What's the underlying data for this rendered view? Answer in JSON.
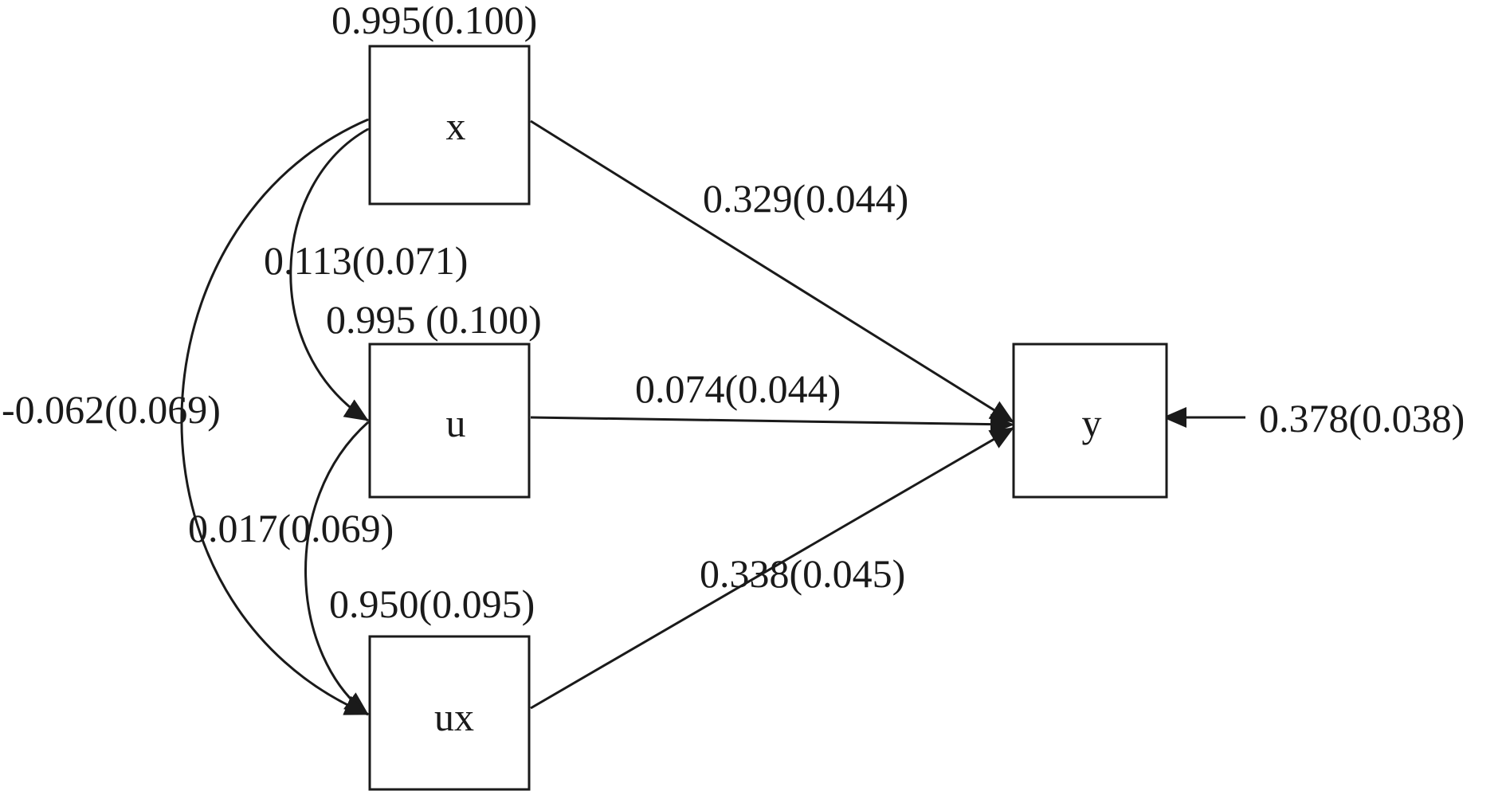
{
  "nodes": {
    "x": {
      "label": "x",
      "variance": "0.995(0.100)"
    },
    "u": {
      "label": "u",
      "variance": "0.995 (0.100)"
    },
    "ux": {
      "label": "ux",
      "variance": "0.950(0.095)"
    },
    "y": {
      "label": "y",
      "residual": "0.378(0.038)"
    }
  },
  "paths": {
    "x_y": "0.329(0.044)",
    "u_y": "0.074(0.044)",
    "ux_y": "0.338(0.045)"
  },
  "covariances": {
    "x_u": "0.113(0.071)",
    "u_ux": "0.017(0.069)",
    "x_ux": "-0.062(0.069)"
  },
  "colors": {
    "stroke": "#1a1a1a",
    "background": "#ffffff"
  }
}
